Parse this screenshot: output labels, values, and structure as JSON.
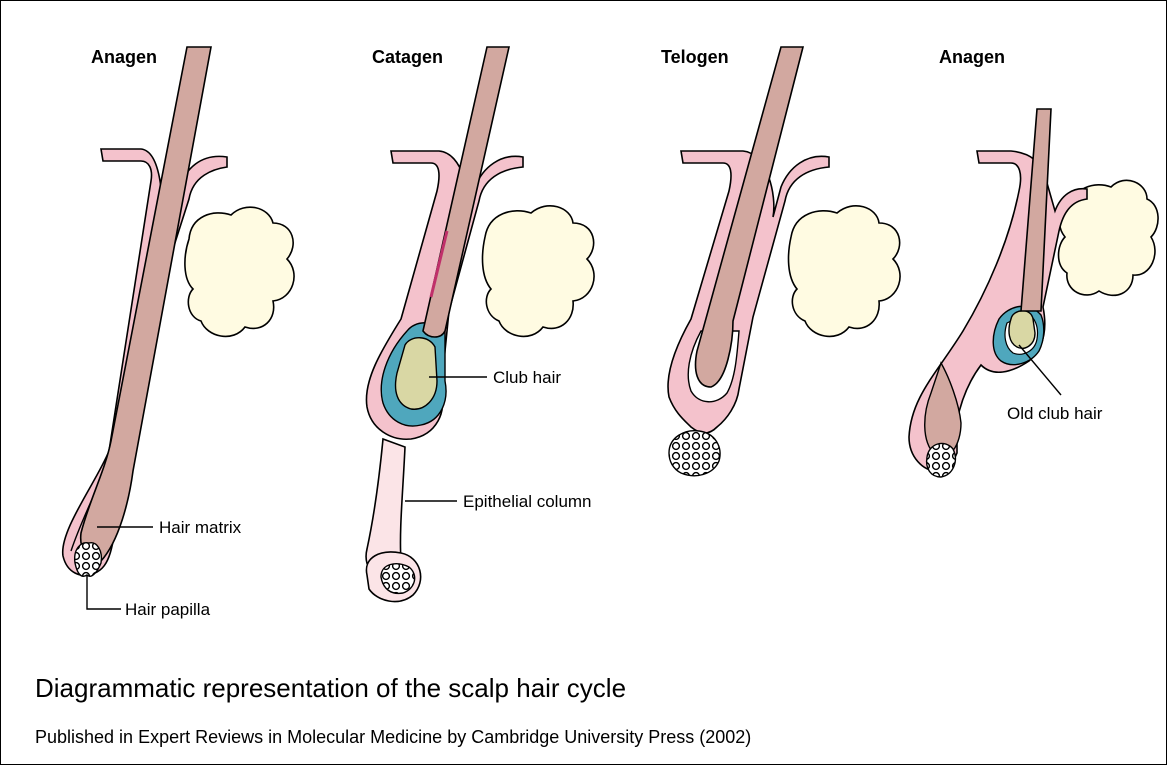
{
  "stages": [
    {
      "label": "Anagen"
    },
    {
      "label": "Catagen"
    },
    {
      "label": "Telogen"
    },
    {
      "label": "Anagen"
    }
  ],
  "annotations": {
    "hair_matrix": "Hair matrix",
    "hair_papilla": "Hair papilla",
    "club_hair": "Club hair",
    "epithelial_column": "Epithelial column",
    "old_club_hair": "Old club hair"
  },
  "caption": {
    "title": "Diagrammatic representation of the scalp hair cycle",
    "source": "Published in Expert Reviews in Molecular Medicine by Cambridge University Press (2002)"
  },
  "colors": {
    "hair_shaft": "#d2a8a0",
    "sheath_pink": "#f4c2cc",
    "gland_cream": "#fffbe2",
    "inner_blue": "#4fa7bd",
    "club_olive": "#d9d7a4",
    "column_pale": "#fbe4e7",
    "outline": "#000000"
  }
}
